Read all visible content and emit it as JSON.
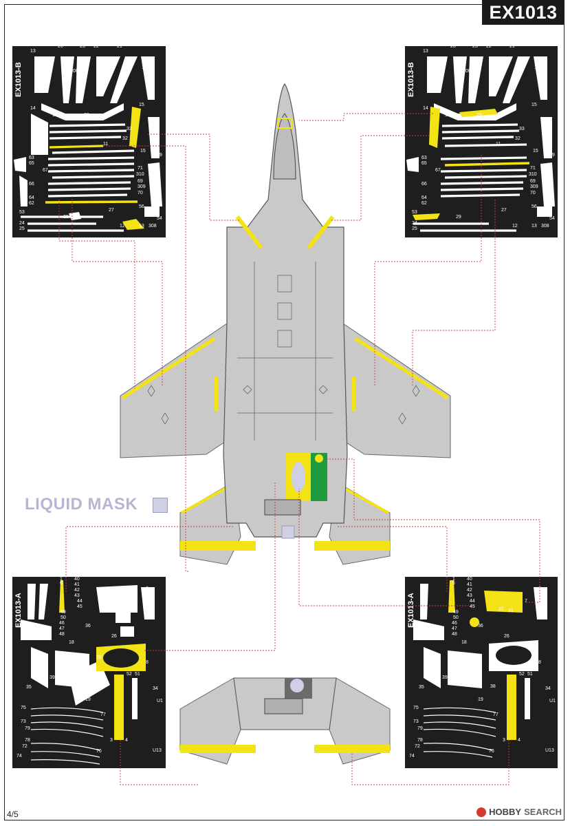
{
  "header": {
    "product_code": "EX1013"
  },
  "sheets": {
    "top_left": {
      "label": "EX1013-B"
    },
    "top_right": {
      "label": "EX1013-B"
    },
    "bottom_left": {
      "label": "EX1013-A"
    },
    "bottom_right": {
      "label": "EX1013-A"
    }
  },
  "sheet_b_numbers": [
    "20",
    "23",
    "22",
    "21",
    "13",
    "17",
    "108",
    "109",
    "14",
    "15",
    "10",
    "29",
    "33",
    "32",
    "11",
    "15",
    "19",
    "63",
    "65",
    "67",
    "71",
    "310",
    "69",
    "309",
    "70",
    "66",
    "64",
    "62",
    "56",
    "53",
    "54",
    "24",
    "25",
    "27",
    "29",
    "12",
    "13",
    "308"
  ],
  "sheet_a_numbers": [
    "1",
    "6",
    "40",
    "41",
    "42",
    "43",
    "44",
    "45",
    "49",
    "50",
    "46",
    "47",
    "48",
    "2",
    "7",
    "37",
    "31",
    "36",
    "26",
    "8",
    "39",
    "35",
    "52",
    "51",
    "34",
    "18",
    "28",
    "38",
    "19",
    "U1",
    "75",
    "77",
    "73",
    "79",
    "78",
    "72",
    "76",
    "74",
    "3",
    "4",
    "U13"
  ],
  "legend": {
    "liquid_mask_label": "LIQUID MASK"
  },
  "footer": {
    "page_number": "4/5",
    "watermark_brand": "HOBBY",
    "watermark_suffix": "SEARCH"
  },
  "colors": {
    "sheet_bg": "#1e1e1e",
    "decal_white": "#ffffff",
    "mask_yellow": "#f3e214",
    "mask_green": "#1f9a3e",
    "aircraft_gray": "#c9c9c9",
    "leader_red": "#d63a3a",
    "liquid_mask": "#cfcfe6"
  }
}
